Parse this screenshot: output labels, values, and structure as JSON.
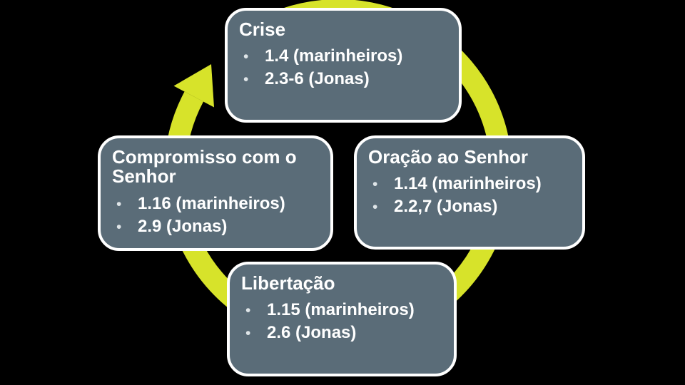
{
  "colors": {
    "background": "#000000",
    "arrow": "#d7e32a",
    "box-fill": "#5a6c78",
    "box-border": "#ffffff",
    "text": "#ffffff"
  },
  "diagram": {
    "type": "cycle",
    "direction": "clockwise",
    "bullet_glyph": "•",
    "nodes": [
      {
        "position": "top",
        "title": "Crise",
        "bullets": [
          "1.4 (marinheiros)",
          "2.3-6 (Jonas)"
        ]
      },
      {
        "position": "right",
        "title": "Oração ao Senhor",
        "bullets": [
          "1.14 (marinheiros)",
          "2.2,7 (Jonas)"
        ]
      },
      {
        "position": "bottom",
        "title": "Libertação",
        "bullets": [
          "1.15 (marinheiros)",
          "2.6 (Jonas)"
        ]
      },
      {
        "position": "left",
        "title": "Compromisso com o Senhor",
        "bullets": [
          "1.16 (marinheiros)",
          "2.9 (Jonas)"
        ]
      }
    ]
  }
}
